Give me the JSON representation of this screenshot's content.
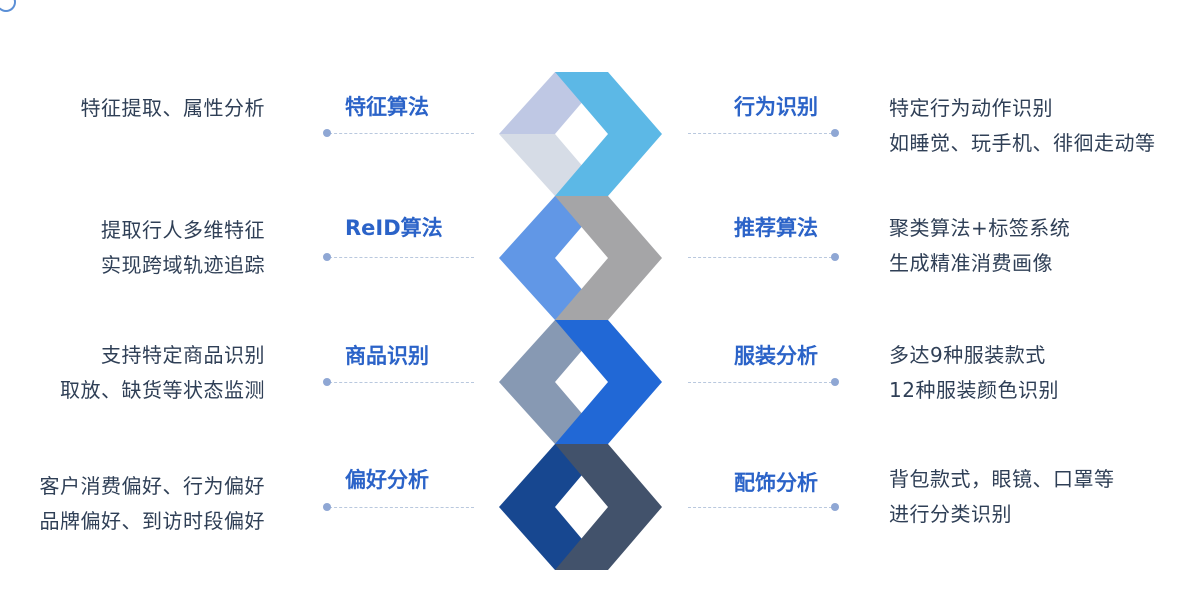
{
  "rows": [
    {
      "left_title": "特征算法",
      "left_desc": [
        "特征提取、属性分析"
      ],
      "right_title": "行为识别",
      "right_desc": [
        "特定行为动作识别",
        "如睡觉、玩手机、徘徊走动等"
      ],
      "colors": {
        "a": "#bfc8e4",
        "b": "#d6dce6",
        "c": "#5cb8e6"
      }
    },
    {
      "left_title": "ReID算法",
      "left_desc": [
        "提取行人多维特征",
        "实现跨域轨迹追踪"
      ],
      "right_title": "推荐算法",
      "right_desc": [
        "聚类算法+标签系统",
        "生成精准消费画像"
      ],
      "colors": {
        "a": "#6197e6",
        "b": "#6197e6",
        "c": "#a5a5a7"
      }
    },
    {
      "left_title": "商品识别",
      "left_desc": [
        "支持特定商品识别",
        "取放、缺货等状态监测"
      ],
      "right_title": "服装分析",
      "right_desc": [
        "多达9种服装款式",
        "12种服装颜色识别"
      ],
      "colors": {
        "a": "#8799b3",
        "b": "#8799b3",
        "c": "#2168d6"
      }
    },
    {
      "left_title": "偏好分析",
      "left_desc": [
        "客户消费偏好、行为偏好",
        "品牌偏好、到访时段偏好"
      ],
      "right_title": "配饰分析",
      "right_desc": [
        "背包款式，眼镜、口罩等",
        "进行分类识别"
      ],
      "colors": {
        "a": "#174790",
        "b": "#174790",
        "c": "#42526b"
      }
    }
  ]
}
